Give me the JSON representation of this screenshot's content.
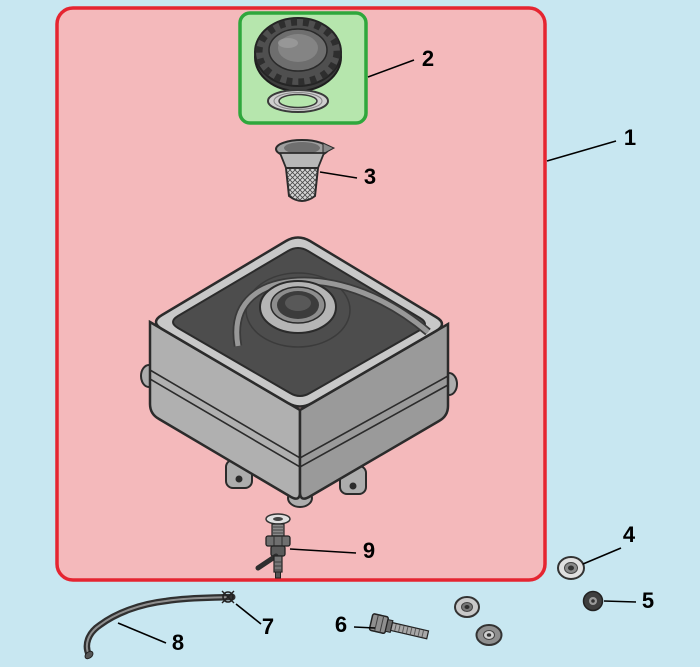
{
  "diagram": {
    "callouts": [
      "1",
      "2",
      "3",
      "4",
      "5",
      "6",
      "7",
      "8",
      "9"
    ]
  },
  "colors": {
    "background": "#c8e7f1",
    "assembly_box_fill": "#f4b9bb",
    "assembly_box_stroke": "#e52531",
    "cap_box_fill": "#b6e6ad",
    "cap_box_stroke": "#2fa73c",
    "callout_text": "#000000"
  }
}
